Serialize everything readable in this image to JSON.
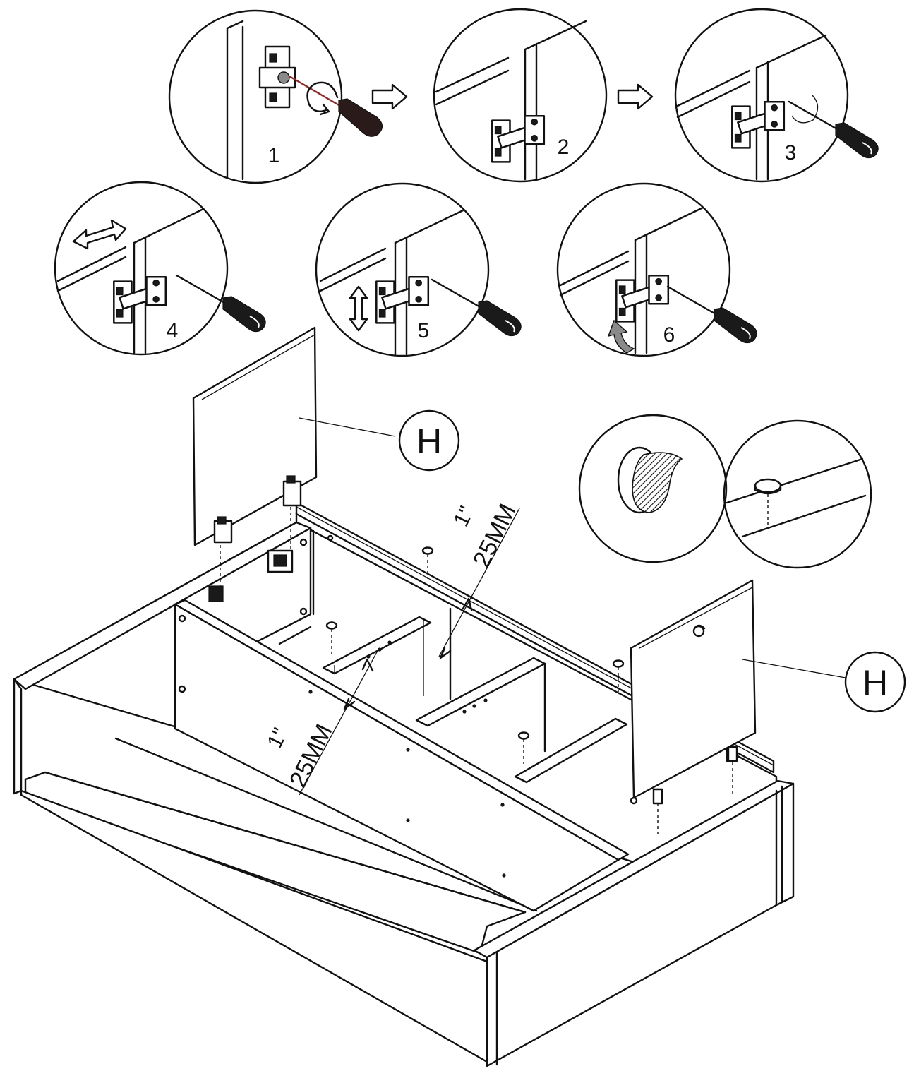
{
  "steps": [
    {
      "number": "1",
      "action": "loosen-screw"
    },
    {
      "number": "2",
      "action": "attach-hinge"
    },
    {
      "number": "3",
      "action": "tighten-screw"
    },
    {
      "number": "4",
      "action": "adjust-horizontal"
    },
    {
      "number": "5",
      "action": "adjust-vertical"
    },
    {
      "number": "6",
      "action": "adjust-depth"
    }
  ],
  "parts": {
    "door_left_label": "H",
    "door_right_label": "H"
  },
  "dimensions": {
    "upper": {
      "inch": "1\"",
      "mm": "25MM"
    },
    "lower": {
      "inch": "1\"",
      "mm": "25MM"
    }
  },
  "icons": [
    "screwdriver-icon",
    "rotate-arrow-icon",
    "next-step-arrow-icon",
    "double-arrow-icon",
    "hinge-icon",
    "knob-icon",
    "door-bumper-icon"
  ],
  "colors": {
    "line": "#111111",
    "background": "#ffffff",
    "shade": "#8a8a8a"
  }
}
